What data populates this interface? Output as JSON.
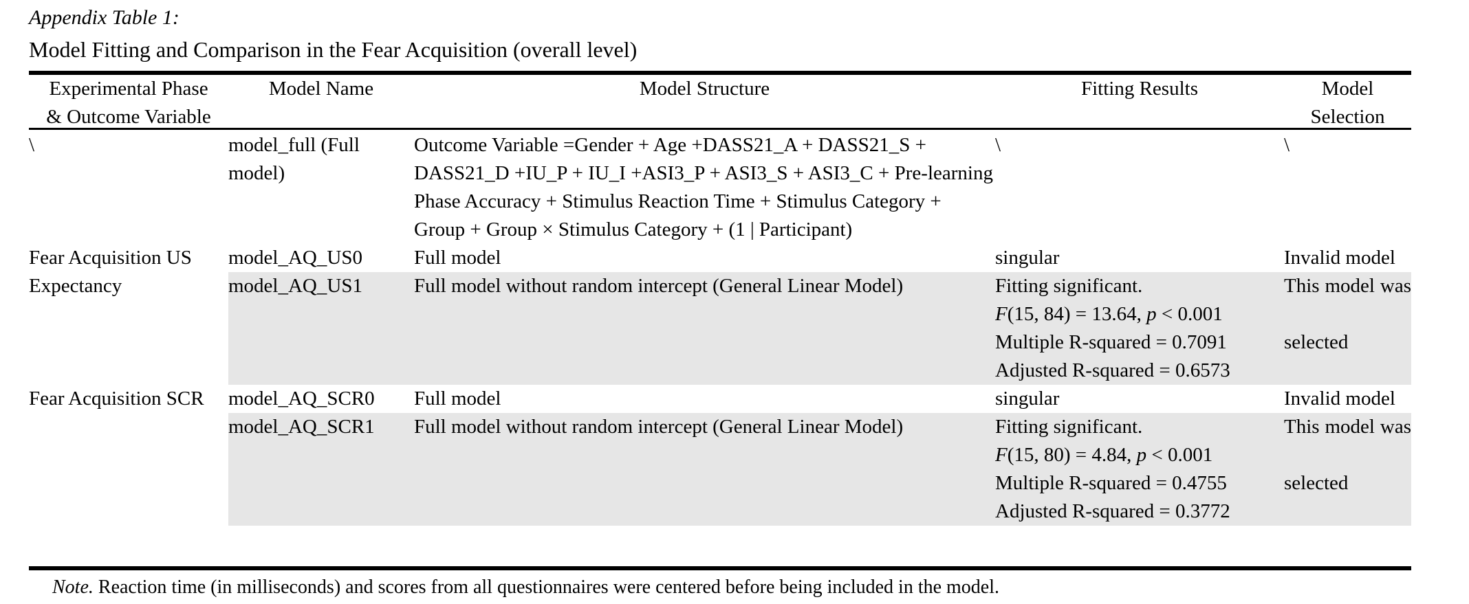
{
  "caption": {
    "label": "Appendix Table 1:",
    "title": "Model Fitting and Comparison in the Fear Acquisition (overall level)"
  },
  "table": {
    "headers": {
      "phase_line1": "Experimental Phase",
      "phase_line2": "& Outcome Variable",
      "model_name": "Model Name",
      "model_structure": "Model Structure",
      "fitting_results": "Fitting Results",
      "model_selection": "Model Selection"
    },
    "placeholder_mark": "\\",
    "rows": [
      {
        "phase": "\\",
        "name_line1": "model_full",
        "name_line2": "(Full model)",
        "structure_lines": [
          "Outcome Variable =Gender + Age +DASS21_A + DASS21_S +",
          "DASS21_D +IU_P + IU_I +ASI3_P + ASI3_S + ASI3_C +",
          "Pre-learning Phase Accuracy + Stimulus Reaction Time +",
          "Stimulus Category + Group + Group × Stimulus Category +",
          "(1 | Participant)"
        ],
        "fitting": "\\",
        "selection": "\\"
      },
      {
        "phase_line1": "Fear Acquisition",
        "phase_line2": "US Expectancy",
        "name": "model_AQ_US0",
        "structure": "Full model",
        "fitting": "singular",
        "selection": "Invalid model"
      },
      {
        "name": "model_AQ_US1",
        "structure": "Full model without random intercept (General Linear Model)",
        "fitting_lines": [
          "Fitting significant.",
          "F(15, 84) = 13.64, p < 0.001",
          "Multiple R-squared = 0.7091",
          "Adjusted R-squared = 0.6573"
        ],
        "selection_line1": "This model was",
        "selection_line2": "selected"
      },
      {
        "phase_line1": "Fear Acquisition",
        "phase_line2": "SCR",
        "name": "model_AQ_SCR0",
        "structure": "Full model",
        "fitting": "singular",
        "selection": "Invalid model"
      },
      {
        "name": "model_AQ_SCR1",
        "structure": "Full model without random intercept (General Linear Model)",
        "fitting_lines": [
          "Fitting significant.",
          "F(15, 80) = 4.84, p < 0.001",
          "Multiple R-squared = 0.4755",
          "Adjusted R-squared = 0.3772"
        ],
        "selection_line1": "This model was",
        "selection_line2": "selected"
      }
    ],
    "fit_stats": {
      "us1": {
        "f_label": "F",
        "f_args": "(15, 84) = 13.64, ",
        "p_label": "p",
        "p_value": " < 0.001",
        "multiple_r2": "Multiple R-squared = 0.7091",
        "adjusted_r2": "Adjusted R-squared = 0.6573",
        "significant": "Fitting significant."
      },
      "scr1": {
        "f_label": "F",
        "f_args": "(15, 80) = 4.84, ",
        "p_label": "p",
        "p_value": " < 0.001",
        "multiple_r2": "Multiple R-squared = 0.4755",
        "adjusted_r2": "Adjusted R-squared = 0.3772",
        "significant": "Fitting significant."
      }
    }
  },
  "note": {
    "label": "Note.",
    "text": " Reaction time (in milliseconds) and scores from all questionnaires were centered before being included in the model."
  },
  "colors": {
    "rule": "#000000",
    "shaded_row": "#e6e6e6",
    "text": "#000000",
    "background": "#ffffff"
  }
}
